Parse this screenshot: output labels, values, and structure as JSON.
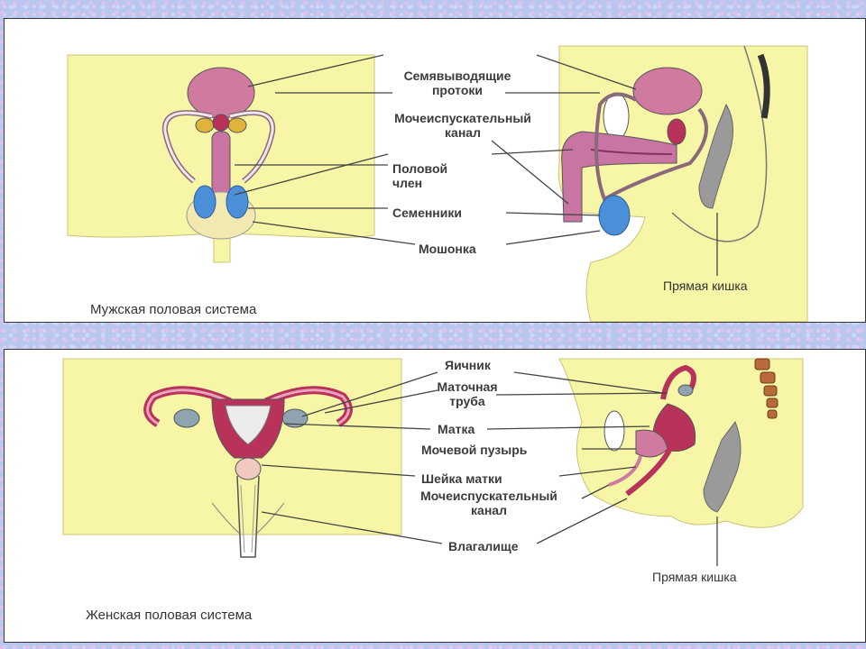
{
  "male": {
    "caption": "Мужская половая система",
    "labels": {
      "vas_deferens_1": "Семявыводящие",
      "vas_deferens_2": "протоки",
      "urethra_1": "Мочеиспускательный",
      "urethra_2": "канал",
      "penis_1": "Половой",
      "penis_2": "член",
      "testes": "Семенники",
      "scrotum": "Мошонка",
      "rectum": "Прямая кишка"
    }
  },
  "female": {
    "caption": "Женская половая система",
    "labels": {
      "ovary": "Яичник",
      "tube_1": "Маточная",
      "tube_2": "труба",
      "uterus": "Матка",
      "bladder": "Мочевой пузырь",
      "cervix": "Шейка матки",
      "urethra_1": "Мочеиспускательный",
      "urethra_2": "канал",
      "vagina": "Влагалище",
      "rectum": "Прямая кишка"
    }
  },
  "colors": {
    "body_fill": "#f7f5a6",
    "organ_pink": "#d07aa0",
    "organ_dark": "#b8325a",
    "testis_blue": "#4a8fd8",
    "rectum_gray": "#9a9a9a",
    "outline": "#555555"
  }
}
